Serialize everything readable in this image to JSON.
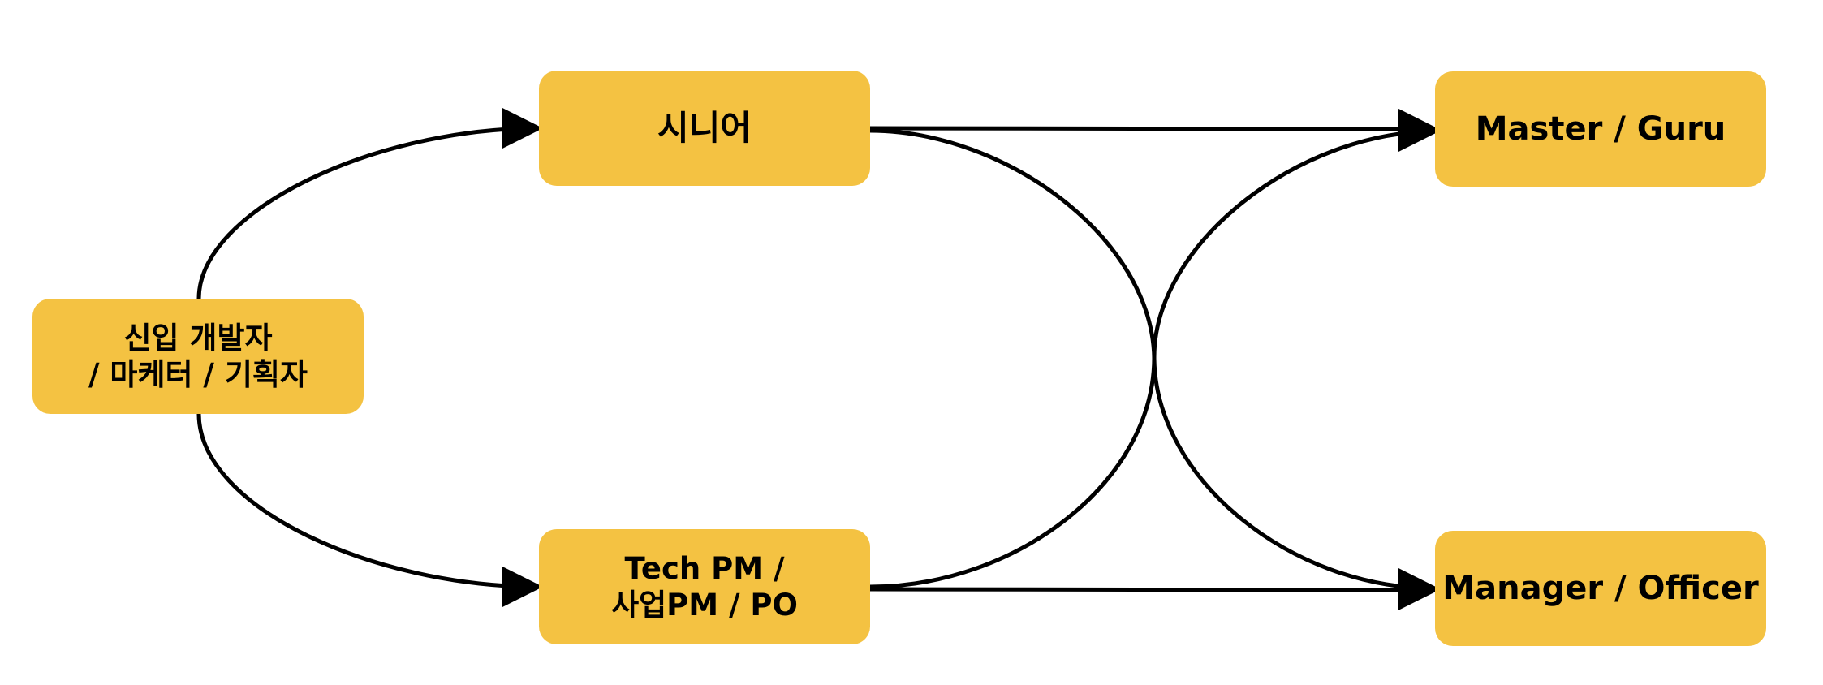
{
  "diagram": {
    "colors": {
      "node_fill": "#F4C242",
      "edge": "#000000",
      "text": "#000000"
    },
    "nodes": {
      "junior": {
        "label": "신입 개발자\n/ 마케터 / 기획자"
      },
      "senior": {
        "label": "시니어"
      },
      "pm": {
        "label": "Tech PM /\n사업PM / PO"
      },
      "master": {
        "label": "Master / Guru"
      },
      "manager": {
        "label": "Manager / Officer"
      }
    },
    "edges": [
      {
        "from": "junior",
        "to": "senior"
      },
      {
        "from": "junior",
        "to": "pm"
      },
      {
        "from": "senior",
        "to": "master"
      },
      {
        "from": "senior",
        "to": "manager"
      },
      {
        "from": "pm",
        "to": "master"
      },
      {
        "from": "pm",
        "to": "manager"
      }
    ]
  }
}
